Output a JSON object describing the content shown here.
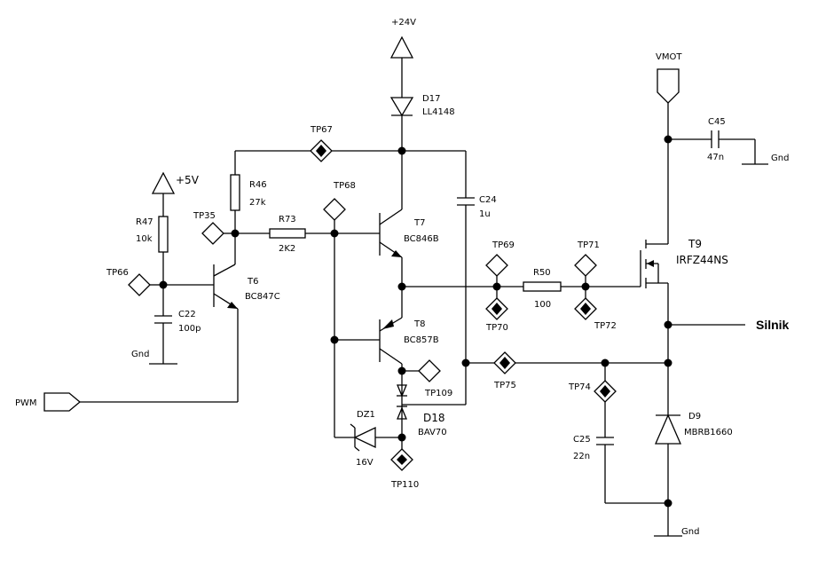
{
  "rails": {
    "v24": "+24V",
    "v5": "+5V",
    "vmot": "VMOT"
  },
  "signals": {
    "pwm": "PWM",
    "silnik": "Silnik"
  },
  "components": {
    "d17": {
      "ref": "D17",
      "value": "LL4148"
    },
    "r46": {
      "ref": "R46",
      "value": "27k"
    },
    "r47": {
      "ref": "R47",
      "value": "10k"
    },
    "r73": {
      "ref": "R73",
      "value": "2K2"
    },
    "r50": {
      "ref": "R50",
      "value": "100"
    },
    "c22": {
      "ref": "C22",
      "value": "100p"
    },
    "c24": {
      "ref": "C24",
      "value": "1u"
    },
    "c25": {
      "ref": "C25",
      "value": "22n"
    },
    "c45": {
      "ref": "C45",
      "value": "47n"
    },
    "t6": {
      "ref": "T6",
      "value": "BC847C"
    },
    "t7": {
      "ref": "T7",
      "value": "BC846B"
    },
    "t8": {
      "ref": "T8",
      "value": "BC857B"
    },
    "t9": {
      "ref": "T9",
      "value": "IRFZ44NS"
    },
    "dz1": {
      "ref": "DZ1",
      "value": "16V"
    },
    "d18": {
      "ref": "D18",
      "value": "BAV70"
    },
    "d9": {
      "ref": "D9",
      "value": "MBRB1660"
    }
  },
  "grounds": {
    "label": "Gnd"
  },
  "testpoints": {
    "tp35": "TP35",
    "tp66": "TP66",
    "tp67": "TP67",
    "tp68": "TP68",
    "tp69": "TP69",
    "tp70": "TP70",
    "tp71": "TP71",
    "tp72": "TP72",
    "tp74": "TP74",
    "tp75": "TP75",
    "tp109": "TP109",
    "tp110": "TP110"
  }
}
